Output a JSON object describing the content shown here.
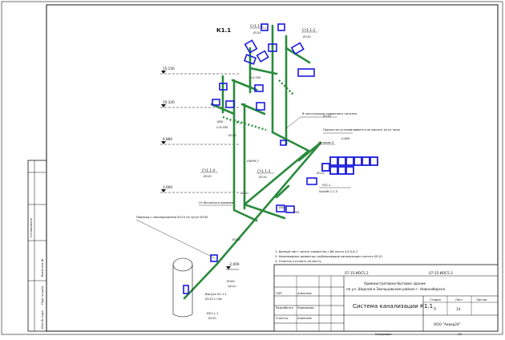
{
  "drawing": {
    "title": "К1.1",
    "levels": [
      "15.150",
      "10.320",
      "6.880",
      "3.000",
      "-2.000"
    ],
    "risers": [
      {
        "top": "Ст1.1-1",
        "sub": "Ø110"
      },
      {
        "top": "Ст1.1-2",
        "sub": "Ø110"
      },
      {
        "top": "Ст1.1-4",
        "sub": "Ø110"
      },
      {
        "top": "Ст1.1-3",
        "sub": "Ø110"
      }
    ],
    "labels": {
      "pipe_a": "Ø110",
      "pipe_b": "Ø50",
      "slope_a": "i=0.035",
      "slope_b": "i=0.035",
      "to_reserve": "В конструкции подвесного потолка",
      "note_mid": "Прочистка устанавливается на высоте 1м от пола",
      "riser_k": "Ст.прим.3",
      "elev_650": "-0.650",
      "pipe_d": "Ø110",
      "pipe_e": "Ø40*6,7",
      "pipe_f": "Ø110",
      "unit_name": "УЗС-1",
      "unit_sub": "Sololift 2 C-3",
      "pipe_g": "Ø32",
      "pipe_h": "Ø110",
      "pipe_i": "Ø50",
      "foundation": "От бетонного приямка",
      "transition": "Переход с полипропилена Ø110 на чугун Ø100",
      "pipe_j": "Ø110",
      "vyp": "Выпуск К1.1-1",
      "vyp_sub": "Ø110 L=3м",
      "well": "КК1.1-1",
      "well_sub": "Ø110",
      "cast": "Ø100",
      "cast_sub": "чугун"
    },
    "notes": [
      "1. Данный лист читать совместно с ВК-листа 3,4,5,6,7.",
      "2. Неразмерные диаметры трубопроводов канализации считать Ø110.",
      "3. Отметки уточнить по месту."
    ]
  },
  "stamp": {
    "codes": [
      "07-15-ИОС5.2",
      "07-15-ИОС5.3"
    ],
    "project": "Административно-бытовое здание",
    "location": "по ул. Шорной в Заельцовском районе г. Новосибирска",
    "sheet_title": "Система канализации К1.1",
    "company": "ООО \"Аквер24\"",
    "cols": {
      "stage": "Стадия",
      "sheet": "Лист",
      "sheets": "Листов"
    },
    "values": {
      "stage": "П",
      "sheet": "14",
      "sheets": ""
    },
    "roles": [
      {
        "role": "ГИП",
        "name": "Алексеев"
      },
      {
        "role": "Разработал",
        "name": "Кармакова"
      },
      {
        "role": "Н.контр.",
        "name": "Алексеев"
      }
    ],
    "copied": "Копировал",
    "format": "А3"
  },
  "side": {
    "labels": [
      "Согласовано",
      "Взам.инв.№",
      "Подп.и дата",
      "Инв.№ подл."
    ]
  },
  "colors": {
    "pipe": "#2a8a3c",
    "fitting": "#1a1adf",
    "line": "#111111"
  }
}
